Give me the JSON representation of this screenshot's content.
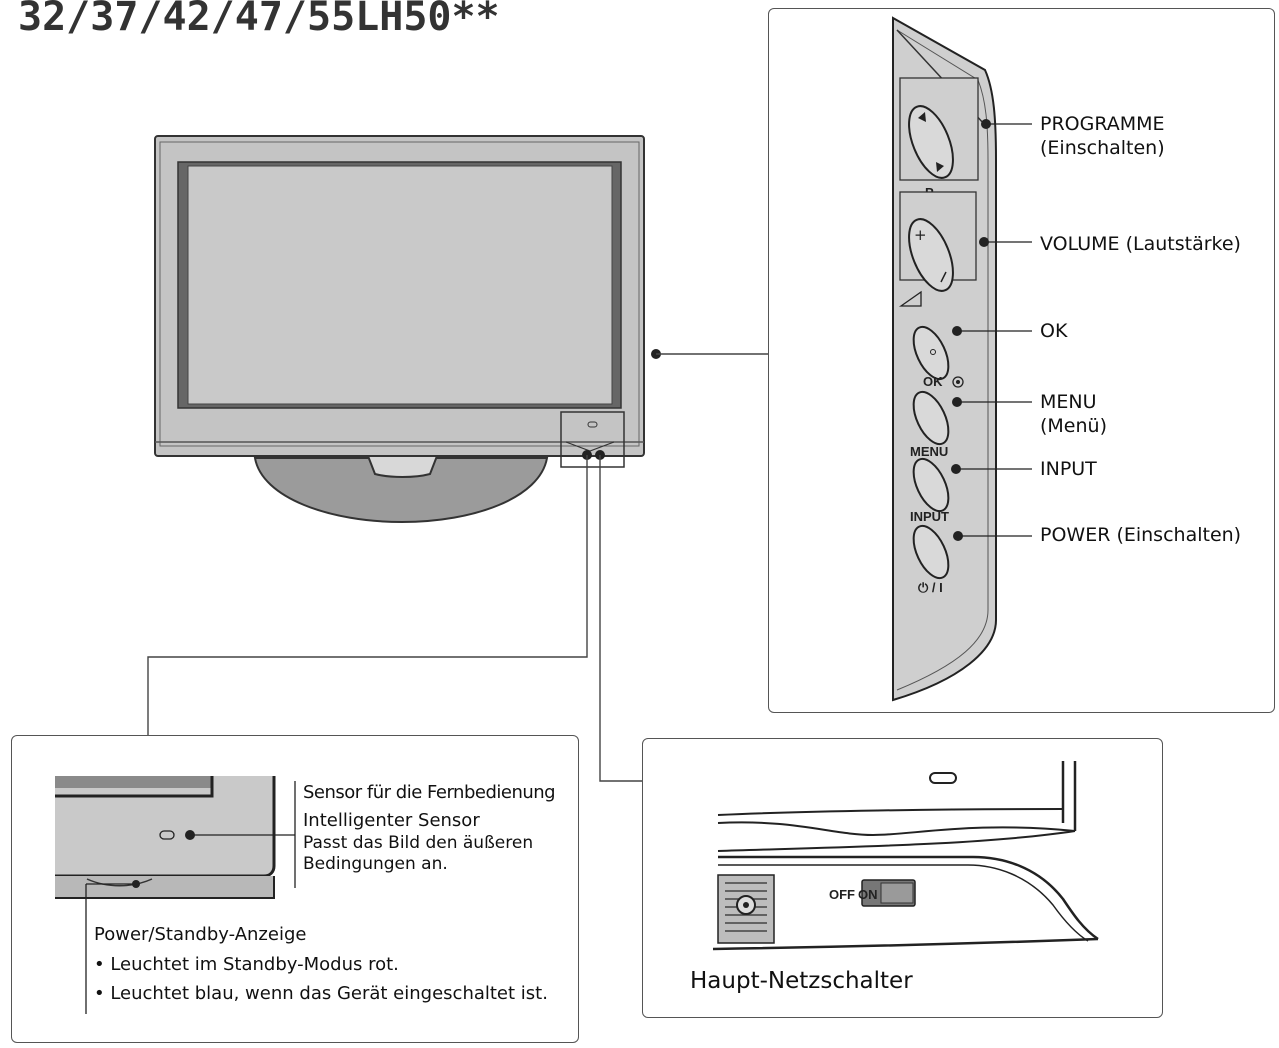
{
  "model_title": "32/37/42/47/55LH50**",
  "side_panel": {
    "callouts": [
      {
        "line1": "PROGRAMME",
        "line2": "(Einschalten)"
      },
      {
        "line1": "VOLUME (Lautstärke)",
        "line2": ""
      },
      {
        "line1": "OK",
        "line2": ""
      },
      {
        "line1": "MENU",
        "line2": "(Menü)"
      },
      {
        "line1": "INPUT",
        "line2": ""
      },
      {
        "line1": "POWER (Einschalten)",
        "line2": ""
      }
    ],
    "button_labels": {
      "p": "P",
      "ok": "OK",
      "menu": "MENU",
      "input": "INPUT",
      "power": "⏻ / I"
    }
  },
  "sensor_inset": {
    "sensor_title": "Sensor für die Fernbedienung",
    "intelligent_title": "Intelligenter Sensor",
    "intelligent_desc_1": "Passt das Bild den äußeren",
    "intelligent_desc_2": "Bedingungen an.",
    "standby_title": "Power/Standby-Anzeige",
    "standby_bullet_1": "• Leuchtet im Standby-Modus rot.",
    "standby_bullet_2": "• Leuchtet blau, wenn das Gerät eingeschaltet ist."
  },
  "switch_inset": {
    "off_label": "OFF",
    "on_label": "ON",
    "caption": "Haupt-Netzschalter"
  }
}
